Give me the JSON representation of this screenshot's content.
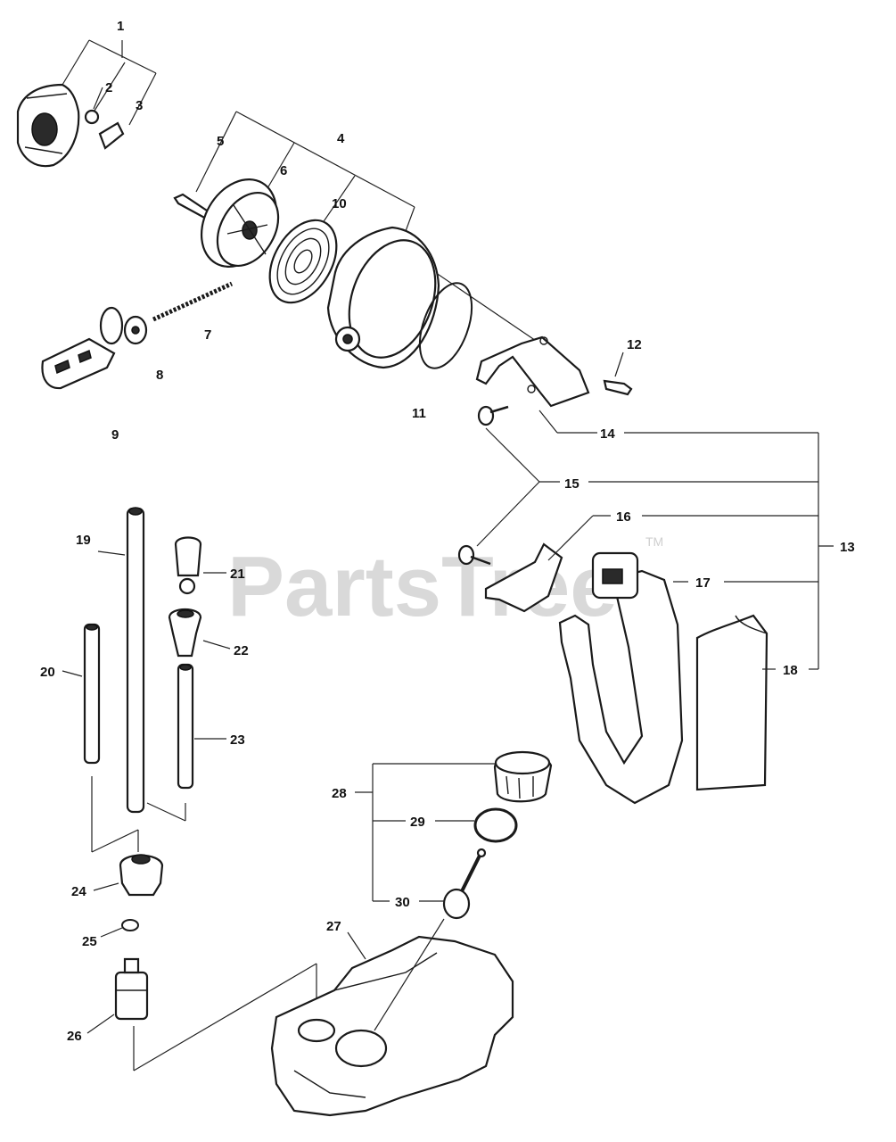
{
  "watermark": {
    "text": "PartsTree",
    "trademark": "TM"
  },
  "labels": {
    "p1": "1",
    "p2": "2",
    "p3": "3",
    "p4": "4",
    "p5": "5",
    "p6": "6",
    "p7": "7",
    "p8": "8",
    "p9": "9",
    "p10": "10",
    "p11": "11",
    "p12": "12",
    "p13": "13",
    "p14": "14",
    "p15": "15",
    "p16": "16",
    "p17": "17",
    "p18": "18",
    "p19": "19",
    "p20": "20",
    "p21": "21",
    "p22": "22",
    "p23": "23",
    "p24": "24",
    "p25": "25",
    "p26": "26",
    "p27": "27",
    "p28": "28",
    "p29": "29",
    "p30": "30"
  }
}
